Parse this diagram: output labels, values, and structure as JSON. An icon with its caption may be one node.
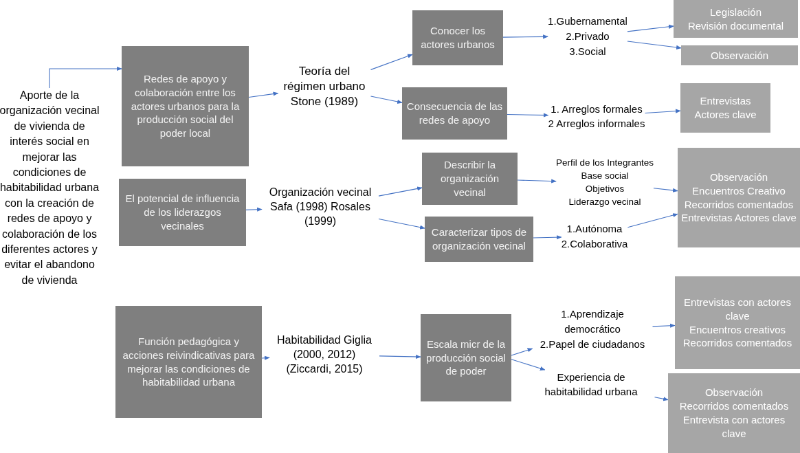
{
  "diagram": {
    "nodes": [
      {
        "text": [
          "Aporte de la organización vecinal de vivienda de interés social en mejorar las condiciones de habitabilidad urbana con la creación de redes de apoyo y colaboración de los diferentes actores y evitar el abandono de vivienda"
        ]
      },
      {
        "text": [
          "Redes de apoyo y colaboración entre los actores urbanos para la producción social del poder local"
        ]
      },
      {
        "text": [
          "El potencial de influencia de los liderazgos  vecinales"
        ]
      },
      {
        "text": [
          "Función pedagógica y acciones reivindicativas para mejorar las condiciones de habitabilidad urbana"
        ]
      },
      {
        "text": [
          "Teoría del régimen urbano Stone (1989)"
        ]
      },
      {
        "text": [
          "Organización vecinal Safa (1998) Rosales (1999)"
        ]
      },
      {
        "text": [
          "Habitabilidad Giglia (2000, 2012) (Ziccardi, 2015)"
        ]
      },
      {
        "text": [
          "Conocer los actores urbanos"
        ]
      },
      {
        "text": [
          "Consecuencia de las redes de apoyo"
        ]
      },
      {
        "text": [
          "Describir la organización vecinal"
        ]
      },
      {
        "text": [
          "Caracterizar tipos de organización vecinal"
        ]
      },
      {
        "text": [
          "Escala micr de la producción social de poder"
        ]
      },
      {
        "text": [
          "1.Gubernamental",
          "2.Privado",
          "3.Social"
        ]
      },
      {
        "text": [
          "1. Arreglos formales",
          "2 Arreglos informales"
        ]
      },
      {
        "text": [
          "Perfil de los Integrantes",
          "Base social",
          "Objetivos",
          "Liderazgo vecinal"
        ]
      },
      {
        "text": [
          "1.Autónoma",
          "2.Colaborativa"
        ]
      },
      {
        "text": [
          "1.Aprendizaje democrático",
          "2.Papel de ciudadanos"
        ]
      },
      {
        "text": [
          "Experiencia de habitabilidad urbana"
        ]
      },
      {
        "text": [
          "Legislación",
          "Revisión documental"
        ]
      },
      {
        "text": [
          "Observación"
        ]
      },
      {
        "text": [
          "Entrevistas",
          "Actores clave"
        ]
      },
      {
        "text": [
          "Observación",
          "Encuentros Creativo",
          "Recorridos comentados",
          "Entrevistas Actores clave"
        ]
      },
      {
        "text": [
          "Entrevistas con actores clave",
          "Encuentros creativos",
          "Recorridos comentados"
        ]
      },
      {
        "text": [
          "Observación",
          "Recorridos comentados",
          "Entrevista con actores clave"
        ]
      }
    ],
    "edges": [
      {
        "from": 0,
        "to": 1,
        "arrow": "to"
      },
      {
        "from": 1,
        "to": 4,
        "arrow": "to"
      },
      {
        "from": 2,
        "to": 5,
        "arrow": "to"
      },
      {
        "from": 3,
        "to": 6,
        "arrow": "to"
      },
      {
        "from": 4,
        "to": 7,
        "arrow": "to"
      },
      {
        "from": 4,
        "to": 8,
        "arrow": "to"
      },
      {
        "from": 5,
        "to": 9,
        "arrow": "to"
      },
      {
        "from": 5,
        "to": 10,
        "arrow": "to"
      },
      {
        "from": 6,
        "to": 11,
        "arrow": "to"
      },
      {
        "from": 7,
        "to": 12,
        "arrow": "to"
      },
      {
        "from": 8,
        "to": 13,
        "arrow": "to"
      },
      {
        "from": 9,
        "to": 14,
        "arrow": "to"
      },
      {
        "from": 10,
        "to": 15,
        "arrow": "to"
      },
      {
        "from": 11,
        "to": 16,
        "arrow": "to"
      },
      {
        "from": 11,
        "to": 17,
        "arrow": "to"
      },
      {
        "from": 12,
        "to": 18,
        "arrow": "to"
      },
      {
        "from": 12,
        "to": 19,
        "arrow": "to"
      },
      {
        "from": 13,
        "to": 20,
        "arrow": "to"
      },
      {
        "from": 14,
        "to": 21,
        "arrow": "to"
      },
      {
        "from": 15,
        "to": 21,
        "arrow": "to"
      },
      {
        "from": 16,
        "to": 22,
        "arrow": "to"
      },
      {
        "from": 17,
        "to": 23,
        "arrow": "to"
      }
    ]
  }
}
